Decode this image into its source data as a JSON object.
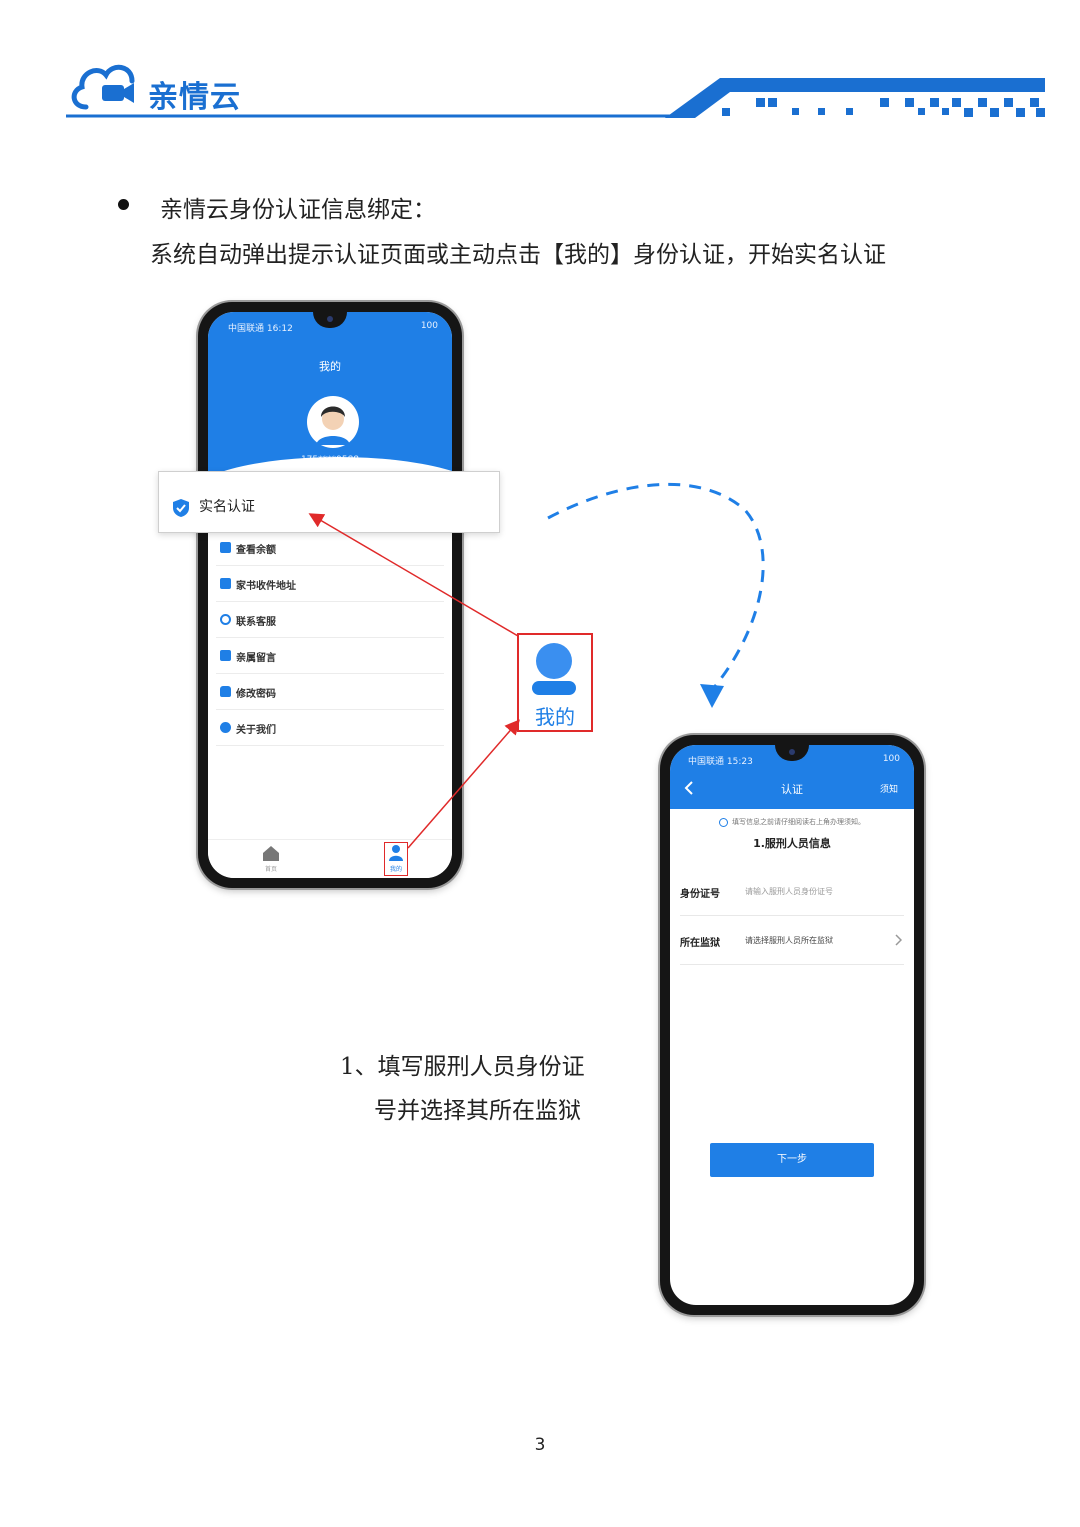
{
  "header": {
    "logo_text": "亲情云"
  },
  "intro": {
    "title": "亲情云身份认证信息绑定：",
    "body": "系统自动弹出提示认证页面或主动点击【我的】身份认证，开始实名认证"
  },
  "phone1": {
    "status_left": "中国联通 16:12",
    "status_right": "100",
    "title": "我的",
    "phone_number": "175****9588",
    "menu": [
      {
        "label": "查看余额",
        "icon": "wallet-icon"
      },
      {
        "label": "家书收件地址",
        "icon": "envelope-icon"
      },
      {
        "label": "联系客服",
        "icon": "headset-icon"
      },
      {
        "label": "亲属留言",
        "icon": "chat-icon"
      },
      {
        "label": "修改密码",
        "icon": "lock-icon"
      },
      {
        "label": "关于我们",
        "icon": "info-icon"
      }
    ],
    "tabs": [
      {
        "label": "首页",
        "icon": "home-icon"
      },
      {
        "label": "我的",
        "icon": "user-icon"
      }
    ]
  },
  "overlay": {
    "verify_label": "实名认证",
    "mine_label": "我的"
  },
  "phone2": {
    "status_left": "中国联通 15:23",
    "status_right": "100",
    "title": "认证",
    "right_action": "须知",
    "notice": "填写信息之前请仔细阅读右上角办理须知。",
    "section_title": "1.服刑人员信息",
    "fields": [
      {
        "label": "身份证号",
        "placeholder": "请输入服刑人员身份证号"
      },
      {
        "label": "所在监狱",
        "placeholder": "请选择服刑人员所在监狱"
      }
    ],
    "next_button": "下一步"
  },
  "caption": {
    "line1": "1、填写服刑人员身份证",
    "line2": "号并选择其所在监狱"
  },
  "page_number": "3",
  "colors": {
    "brand_blue": "#1f7fe6",
    "arrow_red": "#e02a2a"
  }
}
